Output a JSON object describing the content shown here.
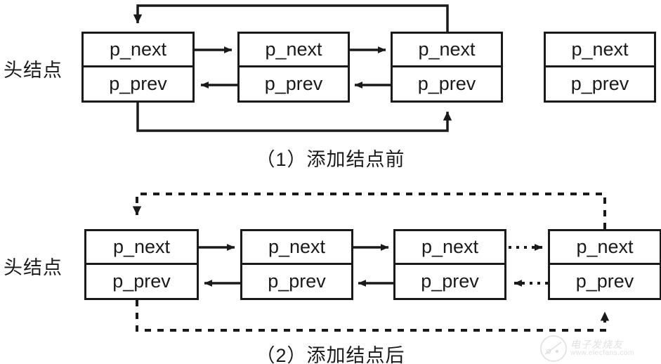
{
  "diagram": {
    "title_implied": "doubly linked list node insertion",
    "field_labels": {
      "next": "p_next",
      "prev": "p_prev"
    },
    "head_label": "头结点",
    "sections": [
      {
        "id": "before",
        "caption": "（1）添加结点前",
        "head_label": "头结点",
        "nodes": [
          {
            "id": "n1",
            "role": "head",
            "next": "p_next",
            "prev": "p_prev"
          },
          {
            "id": "n2",
            "role": "node",
            "next": "p_next",
            "prev": "p_prev"
          },
          {
            "id": "n3",
            "role": "tail",
            "next": "p_next",
            "prev": "p_prev"
          },
          {
            "id": "n4",
            "role": "new-detached",
            "next": "p_next",
            "prev": "p_prev"
          }
        ],
        "links": [
          {
            "from": "n1",
            "to": "n2",
            "kind": "next",
            "style": "solid"
          },
          {
            "from": "n2",
            "to": "n1",
            "kind": "prev",
            "style": "solid"
          },
          {
            "from": "n2",
            "to": "n3",
            "kind": "next",
            "style": "solid"
          },
          {
            "from": "n3",
            "to": "n2",
            "kind": "prev",
            "style": "solid"
          },
          {
            "from": "n3",
            "to": "n1",
            "kind": "next-wrap-top",
            "style": "solid"
          },
          {
            "from": "n1",
            "to": "n3",
            "kind": "prev-wrap-bottom",
            "style": "solid"
          }
        ]
      },
      {
        "id": "after",
        "caption": "（2）添加结点后",
        "head_label": "头结点",
        "nodes": [
          {
            "id": "m1",
            "role": "head",
            "next": "p_next",
            "prev": "p_prev"
          },
          {
            "id": "m2",
            "role": "node",
            "next": "p_next",
            "prev": "p_prev"
          },
          {
            "id": "m3",
            "role": "node",
            "next": "p_next",
            "prev": "p_prev"
          },
          {
            "id": "m4",
            "role": "new-inserted",
            "next": "p_next",
            "prev": "p_prev"
          }
        ],
        "links": [
          {
            "from": "m1",
            "to": "m2",
            "kind": "next",
            "style": "solid"
          },
          {
            "from": "m2",
            "to": "m1",
            "kind": "prev",
            "style": "solid"
          },
          {
            "from": "m2",
            "to": "m3",
            "kind": "next",
            "style": "solid"
          },
          {
            "from": "m3",
            "to": "m2",
            "kind": "prev",
            "style": "solid"
          },
          {
            "from": "m3",
            "to": "m4",
            "kind": "next",
            "style": "dotted"
          },
          {
            "from": "m4",
            "to": "m3",
            "kind": "prev",
            "style": "dotted"
          },
          {
            "from": "m4",
            "to": "m1",
            "kind": "next-wrap-top",
            "style": "dashed"
          },
          {
            "from": "m1",
            "to": "m4",
            "kind": "prev-wrap-bottom",
            "style": "dashed"
          }
        ]
      }
    ]
  },
  "watermark": {
    "brand": "电子发烧友",
    "url": "www.elecfans.com"
  },
  "colors": {
    "stroke": "#1a1a1a",
    "background": "#ffffff",
    "watermark": "#9a9a9a"
  }
}
